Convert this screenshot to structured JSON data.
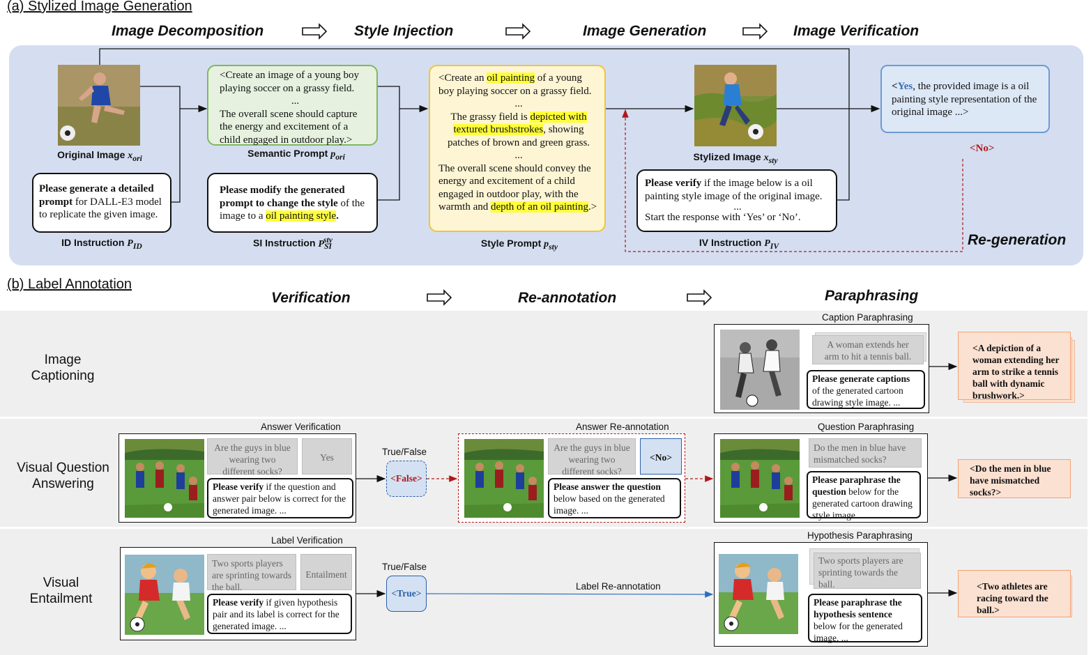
{
  "part_a": {
    "title": "(a) Stylized Image Generation",
    "stages": [
      "Image Decomposition",
      "Style Injection",
      "Image Generation",
      "Image Verification"
    ],
    "original_caption": "Original Image ",
    "original_symbol": "x_ori",
    "id_box": {
      "bold": "Please generate a detailed prompt",
      "rest": " for DALL-E3 model to replicate the given image."
    },
    "id_caption": "ID Instruction ",
    "id_symbol": "P_ID",
    "semantic_box": {
      "line1": "<Create an image of a young boy playing soccer on a grassy field.",
      "dots": "...",
      "line2": "The overall scene should capture the energy and excitement of a child engaged in outdoor play.>"
    },
    "semantic_caption": "Semantic Prompt ",
    "semantic_symbol": "p_ori",
    "si_box": {
      "bold": "Please modify the generated prompt to change the style",
      "mid": " of the image to a ",
      "hl": "oil painting style",
      "end": "."
    },
    "si_caption": "SI Instruction ",
    "si_symbol": "P_SI^sty",
    "style_box": {
      "p1a": "<Create an ",
      "p1hl": "oil painting",
      "p1b": " of a young boy playing soccer on a grassy field.",
      "dots1": "...",
      "p2a": "The grassy field is ",
      "p2hl": "depicted with textured brushstrokes",
      "p2b": ", showing patches of brown and green grass.",
      "dots2": "...",
      "p3a": "The overall scene should convey the energy and excitement of a child engaged in outdoor play, with the warmth and ",
      "p3hl": "depth of an oil painting",
      "p3b": ".>"
    },
    "style_caption": "Style Prompt ",
    "style_symbol": "p_sty",
    "stylized_caption": "Stylized Image ",
    "stylized_symbol": "x_sty",
    "iv_box": {
      "bold": "Please verify",
      "rest": " if the image below is a oil painting style image of the original image.",
      "dots": "...",
      "end": "Start the response with ‘Yes’ or ‘No’."
    },
    "iv_caption": "IV Instruction ",
    "iv_symbol": "P_IV",
    "yes_box": {
      "open": "<",
      "yes": "Yes",
      "rest": ", the provided image is a oil painting style representation of the original image ...>"
    },
    "no_label": "<No>",
    "regen_label": "Re-generation"
  },
  "part_b": {
    "title": "(b) Label Annotation",
    "stages": [
      "Verification",
      "Re-annotation",
      "Paraphrasing"
    ],
    "captioning": {
      "row_label": "Image Captioning",
      "frame_label": "Caption Paraphrasing",
      "gray": "A woman extends her arm to hit a tennis ball.",
      "instr_bold": "Please generate captions",
      "instr_rest": " of the generated cartoon drawing style image. ...",
      "output": "<A depiction of a woman extending her arm to strike a tennis ball with dynamic brushwork.>"
    },
    "vqa": {
      "row_label": "Visual Question Answering",
      "verify_label": "Answer Verification",
      "question": "Are the guys in blue wearing two different socks?",
      "answer": "Yes",
      "verify_bold": "Please verify",
      "verify_rest": " if the question and answer pair below is correct for the generated image. ...",
      "tf_label": "True/False",
      "tf_value": "<False>",
      "reann_label": "Answer Re-annotation",
      "reann_question": "Are the guys in blue wearing two different socks?",
      "reann_answer": "<No>",
      "reann_bold": "Please answer the question",
      "reann_rest": " below based on the generated image. ...",
      "para_label": "Question Paraphrasing",
      "para_gray": "Do the men in blue have mismatched socks?",
      "para_bold": "Please paraphrase the question",
      "para_rest": " below for the generated cartoon drawing style image. ...",
      "output": "<Do the men in blue have mismatched socks?>"
    },
    "ve": {
      "row_label": "Visual Entailment",
      "verify_label": "Label Verification",
      "hypothesis": "Two sports players are sprinting towards the ball.",
      "label": "Entailment",
      "verify_bold": "Please verify",
      "verify_rest": " if given hypothesis pair and its label is correct for the generated image. ...",
      "tf_label": "True/False",
      "tf_value": "<True>",
      "reann_label": "Label Re-annotation",
      "para_label": "Hypothesis Paraphrasing",
      "para_gray": "Two sports players are sprinting towards the ball.",
      "para_bold": "Please paraphrase the hypothesis sentence",
      "para_rest": " below for the generated image. ...",
      "output": "<Two athletes are racing toward the ball.>"
    }
  },
  "colors": {
    "panel_blue": "#d4def0",
    "semantic_green": "#e6f1df",
    "style_yellow": "#fdf5d4",
    "highlight": "#ffff3a",
    "yes_blue": "#3a6db5",
    "no_red": "#b01818",
    "output_orange": "#fbe1d1",
    "gray_band": "#efefef"
  }
}
